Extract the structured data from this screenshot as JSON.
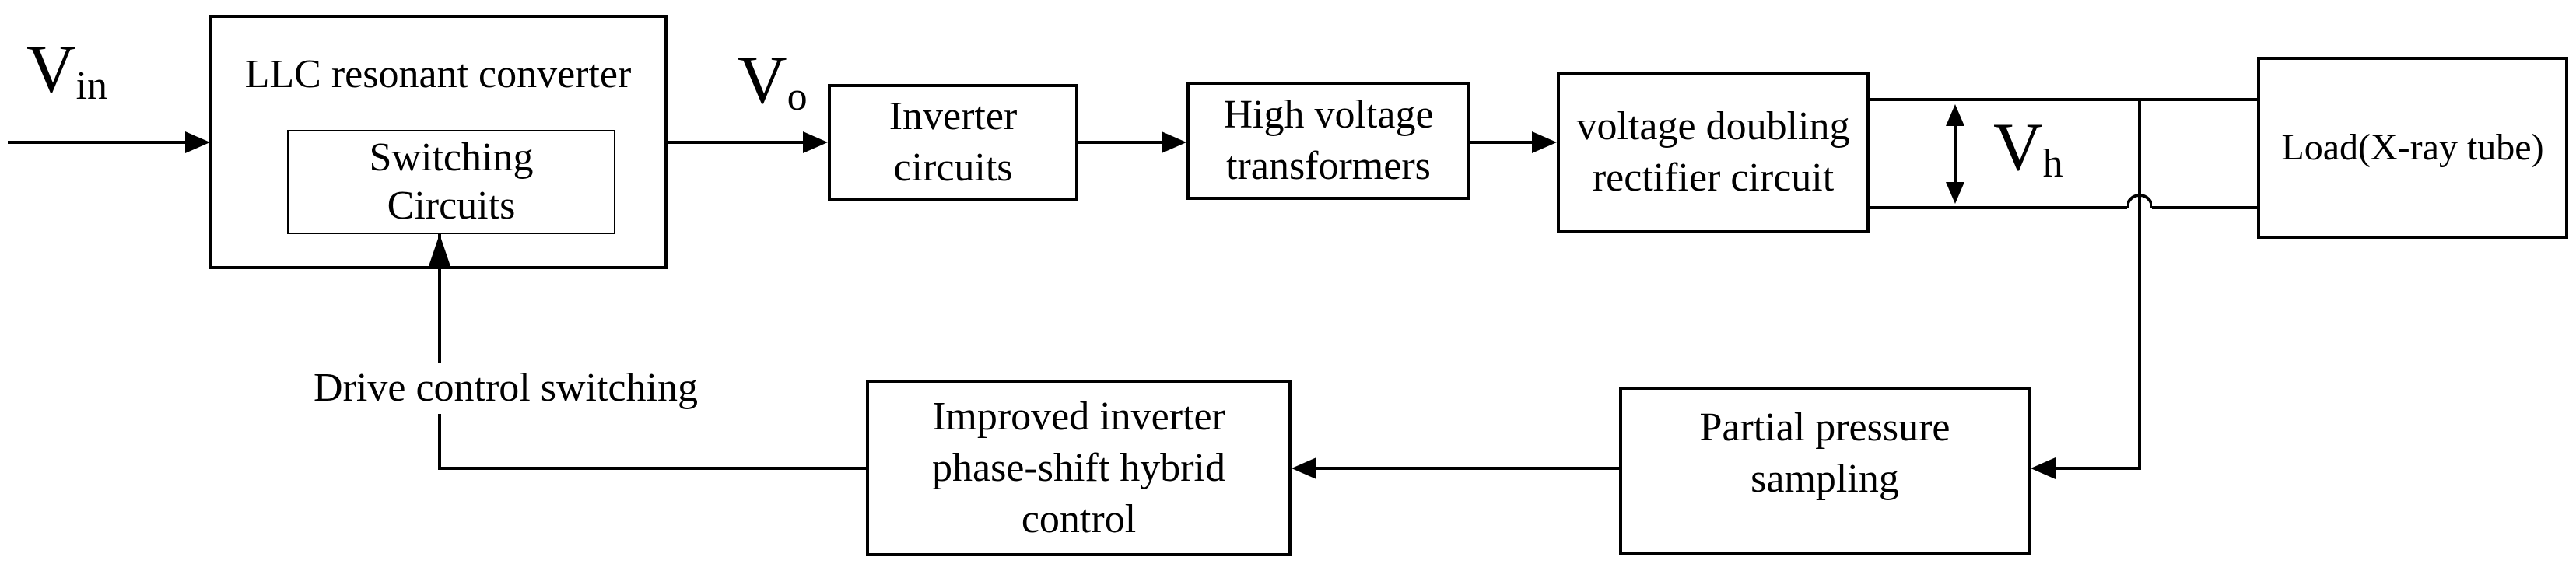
{
  "diagram": {
    "kind": "block-diagram",
    "colors": {
      "line": "#000000",
      "background": "#ffffff"
    },
    "labels": {
      "v_in": {
        "main": "V",
        "sub": "in"
      },
      "v_o": {
        "main": "V",
        "sub": "o"
      },
      "v_h": {
        "main": "V",
        "sub": "h"
      },
      "drive_control": "Drive control switching"
    },
    "blocks": {
      "llc_converter": {
        "title": "LLC resonant converter"
      },
      "switching_circuits": {
        "lines": [
          "Switching",
          "Circuits"
        ]
      },
      "inverter_circuits": {
        "lines": [
          "Inverter",
          "circuits"
        ]
      },
      "hv_transformers": {
        "lines": [
          "High voltage",
          "transformers"
        ]
      },
      "voltage_doubling_rectifier": {
        "lines": [
          "voltage doubling",
          "rectifier circuit"
        ]
      },
      "load": {
        "title": "Load(X-ray tube)"
      },
      "partial_pressure_sampling": {
        "lines": [
          "Partial pressure",
          "sampling"
        ]
      },
      "phase_shift_control": {
        "lines": [
          "Improved inverter",
          "phase-shift hybrid",
          "control"
        ]
      }
    },
    "connections": [
      "Vin → LLC resonant converter",
      "LLC resonant converter → Inverter circuits (Vo)",
      "Inverter circuits → High voltage transformers",
      "High voltage transformers → voltage doubling rectifier circuit",
      "voltage doubling rectifier circuit → Load(X-ray tube) via Vh bus",
      "Vh bus tap → Partial pressure sampling",
      "Partial pressure sampling → Improved inverter phase-shift hybrid control",
      "Improved inverter phase-shift hybrid control → Switching Circuits (Drive control switching)"
    ]
  }
}
